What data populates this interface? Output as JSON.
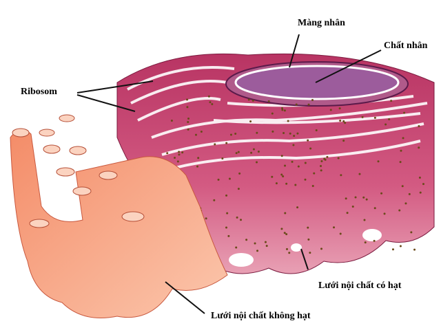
{
  "labels": {
    "nuclear_membrane": "Màng nhân",
    "nucleoplasm": "Chất nhân",
    "ribosome": "Ribosom",
    "rough_er": "Lưới nội chất có hạt",
    "smooth_er": "Lưới nội chất không hạt"
  },
  "colors": {
    "rough_er": "#c8436f",
    "rough_er_dark": "#8e2048",
    "smooth_er": "#f7a183",
    "smooth_er_dark": "#d9654a",
    "nucleus": "#9c5c9c",
    "ribosome": "#6a4a1a"
  }
}
